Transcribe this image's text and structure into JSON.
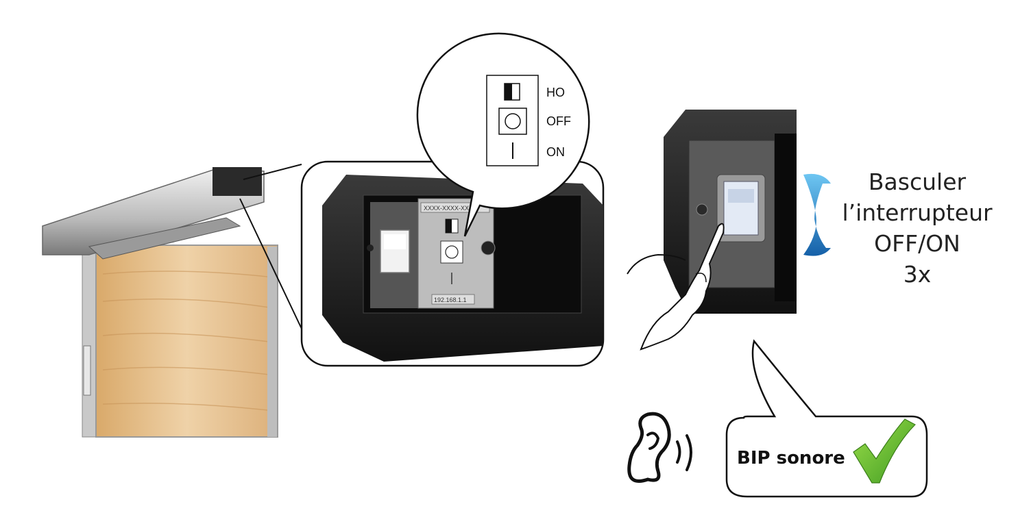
{
  "switch_legend": {
    "ho_label": "HO",
    "off_label": "OFF",
    "on_label": "ON"
  },
  "device_labels": {
    "serial_label": "XXXX-XXXX-XX",
    "ip_label": "192.168.1.1"
  },
  "instruction": {
    "line1": "Basculer",
    "line2": "l’interrupteur",
    "line3": "OFF/ON",
    "line4": "3x"
  },
  "beep": {
    "label": "BIP sonore"
  },
  "colors": {
    "arrow_blue": "#1f7fc4",
    "check_green": "#5cb82e",
    "device_black": "#1a1a1a",
    "wood": "#e8c79a"
  },
  "icons": {
    "ear": "ear-icon",
    "sound_waves": "sound-waves-icon",
    "check": "check-icon",
    "rotate_arrow": "rotate-arrow-icon",
    "hand": "hand-icon"
  }
}
